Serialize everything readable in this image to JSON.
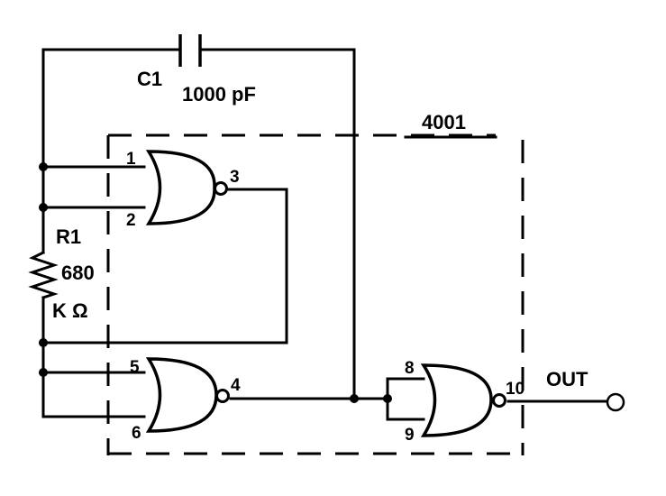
{
  "chip": {
    "name": "4001"
  },
  "capacitor": {
    "ref": "C1",
    "value": "1000 pF"
  },
  "resistor": {
    "ref": "R1",
    "value": "680",
    "unit": "K Ω"
  },
  "pins": {
    "g1_in_a": "1",
    "g1_in_b": "2",
    "g1_out": "3",
    "g2_in_a": "5",
    "g2_in_b": "6",
    "g2_out": "4",
    "g3_in_a": "8",
    "g3_in_b": "9",
    "g3_out": "10"
  },
  "output": {
    "label": "OUT"
  }
}
